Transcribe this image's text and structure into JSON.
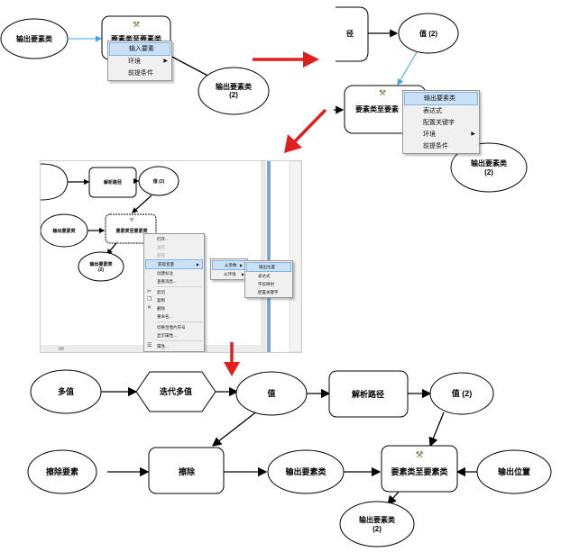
{
  "panel1": {
    "source_label": "输出要素类",
    "tool_label": "要素类至要素类",
    "output_label_line1": "输出要素类",
    "output_label_line2": "(2)",
    "menu_items": [
      {
        "label": "输入要素",
        "active": true,
        "submenu": false
      },
      {
        "label": "环境",
        "active": false,
        "submenu": true
      },
      {
        "label": "前提条件",
        "active": false,
        "submenu": false
      }
    ]
  },
  "panel2": {
    "path_label_partial": "径",
    "value_label": "值 (2)",
    "tool_label": "要素类至要素",
    "output_label_line1": "输出要素类",
    "output_label_line2": "(2)",
    "menu_items": [
      {
        "label": "输出要素类",
        "active": true,
        "submenu": false
      },
      {
        "label": "表达式",
        "active": false,
        "submenu": false
      },
      {
        "label": "配置关键字",
        "active": false,
        "submenu": false
      },
      {
        "label": "环境",
        "active": false,
        "submenu": true
      },
      {
        "label": "前提条件",
        "active": false,
        "submenu": false
      }
    ]
  },
  "panel3": {
    "parse_label": "解析路径",
    "value_label": "值 (2)",
    "source_label": "输出要素类",
    "tool_label": "要素类至要素类",
    "output_label_line1": "输出要素类",
    "output_label_line2": "(2)",
    "menu_items": [
      {
        "label": "打开...",
        "disabled": false
      },
      {
        "label": "运行",
        "disabled": true
      },
      {
        "label": "验证",
        "disabled": true
      },
      {
        "label": "获取变量",
        "active": true,
        "submenu": true
      },
      {
        "label": "创建标注",
        "disabled": false
      },
      {
        "label": "查看消息...",
        "disabled": false
      },
      {
        "label": "剪切",
        "icon": "scissors-icon"
      },
      {
        "label": "复制",
        "icon": "copy-icon"
      },
      {
        "label": "删除",
        "icon": "delete-icon"
      },
      {
        "label": "重命名...",
        "disabled": false
      },
      {
        "label": "切换至图片符号",
        "disabled": false
      },
      {
        "label": "显示属性...",
        "disabled": false
      },
      {
        "label": "属性...",
        "icon": "properties-icon"
      }
    ],
    "submenu1": [
      {
        "label": "从参数",
        "active": true,
        "submenu": true
      },
      {
        "label": "从环境",
        "active": false,
        "submenu": true
      }
    ],
    "submenu2": [
      {
        "label": "输出位置",
        "active": true
      },
      {
        "label": "表达式",
        "active": false
      },
      {
        "label": "字段映射",
        "active": false
      },
      {
        "label": "配置关键字",
        "active": false
      }
    ]
  },
  "panel4": {
    "multi_value": "多值",
    "iterate": "迭代多值",
    "value": "值",
    "parse_path": "解析路径",
    "value2": "值 (2)",
    "erase_features": "擦除要素",
    "erase": "擦除",
    "output_fc": "输出要素类",
    "tool": "要素类至要素类",
    "output_location": "输出位置",
    "output_fc2_line1": "输出要素类",
    "output_fc2_line2": "(2)"
  },
  "colors": {
    "arrow_red": "#e02020",
    "connector_blue": "#3ba6e6",
    "menu_highlight": "#c9e0f7"
  },
  "icons": [
    "hammer-icon",
    "chevron-right-icon",
    "scissors-icon",
    "copy-icon",
    "delete-icon",
    "properties-icon"
  ]
}
